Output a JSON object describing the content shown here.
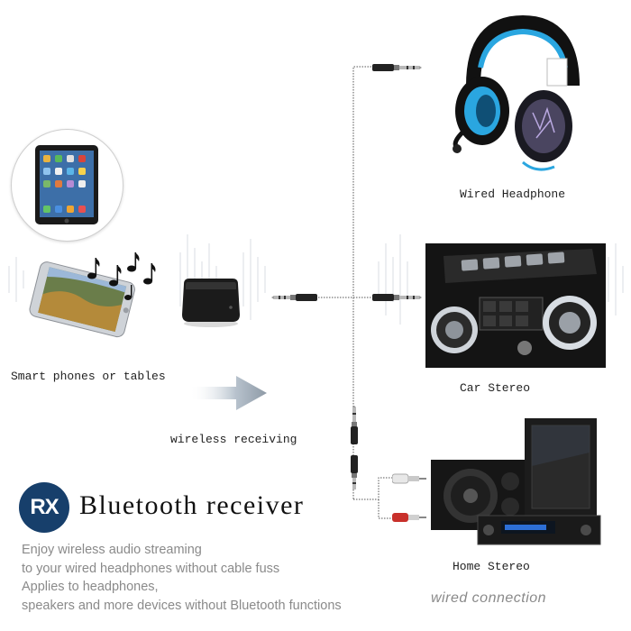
{
  "labels": {
    "wired_headphone": "Wired Headphone",
    "smart_phones": "Smart phones or tables",
    "car_stereo": "Car Stereo",
    "wireless_receiving": "wireless receiving",
    "home_stereo": "Home Stereo",
    "wired_connection": "wired connection"
  },
  "badge": {
    "text": "RX"
  },
  "title": "Bluetooth receiver",
  "description": {
    "line1": "Enjoy wireless audio streaming",
    "line2": "to your wired headphones without cable fuss",
    "line3": "Applies to headphones,",
    "line4": "speakers and more devices without Bluetooth functions"
  },
  "colors": {
    "badge_bg": "#173f6b",
    "headphone_accent": "#2aa6e0",
    "rca_red": "#c8302b"
  },
  "icons": [
    "tablet-icon",
    "smartphone-icon",
    "music-notes-icon",
    "bluetooth-receiver-icon",
    "arrow-right-icon",
    "headphone-icon",
    "car-stereo-icon",
    "home-stereo-icon",
    "audio-jack-icon",
    "rca-plug-icon"
  ]
}
